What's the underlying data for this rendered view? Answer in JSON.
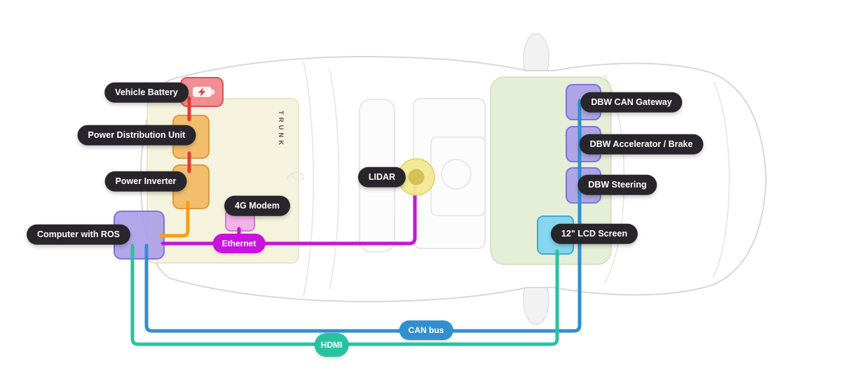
{
  "diagram": {
    "component_labels": {
      "vehicle_battery": "Vehicle Battery",
      "power_distribution_unit": "Power Distribution Unit",
      "power_inverter": "Power Inverter",
      "modem_4g": "4G Modem",
      "computer_with_ros": "Computer with ROS",
      "lidar": "LIDAR",
      "dbw_can_gateway": "DBW CAN Gateway",
      "dbw_accelerator_brake": "DBW Accelerator / Brake",
      "dbw_steering": "DBW Steering",
      "lcd_screen": "12\" LCD Screen"
    },
    "connection_labels": {
      "ethernet": "Ethernet",
      "can_bus": "CAN bus",
      "hdmi": "HDMI"
    },
    "car": {
      "trunk_label": "TRUNK"
    },
    "icons": {
      "vehicle_battery": "battery-charging-icon"
    },
    "colors": {
      "pill_dark": "#28262C",
      "power_red": "#E23B36",
      "power_orange": "#F79F12",
      "ethernet_magenta": "#C713DC",
      "can_blue": "#318FD1",
      "hdmi_teal": "#29C29F",
      "battery_fill": "#EE7F85",
      "battery_stroke": "#E04F58",
      "power_box_fill": "#F3B55F",
      "power_box_stroke": "#DE9A3C",
      "purple_fill": "#A79BE7",
      "purple_stroke": "#8372DC",
      "modem_fill": "#EFABEA",
      "modem_stroke": "#DA77D2",
      "lcd_fill": "#76D4F1",
      "lcd_stroke": "#41A7DC",
      "lidar_fill": "#F2E893",
      "lidar_stroke": "#E0CE62",
      "lidar_core": "#D6C153",
      "trunk_fill": "#F5F3DD",
      "trunk_stroke": "#D6D3B4",
      "cabin_fill": "#E5EED6",
      "cabin_stroke": "#C2D2AC"
    }
  }
}
